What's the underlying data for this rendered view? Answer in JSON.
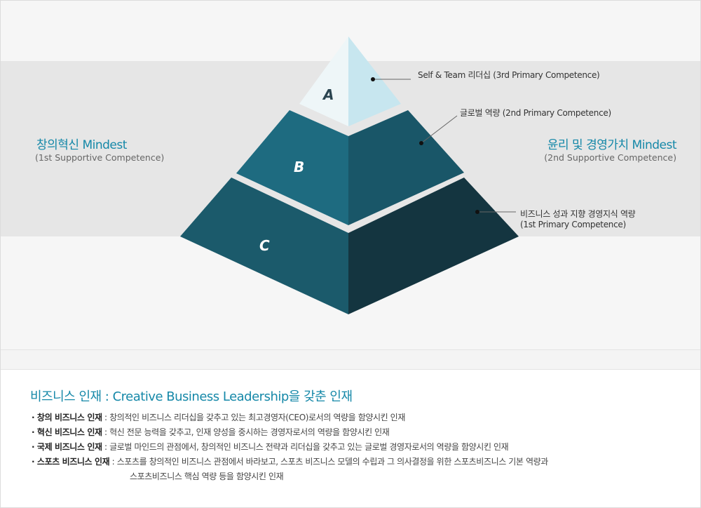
{
  "pyramid": {
    "levels": [
      {
        "letter": "A",
        "label": "Self & Team 리더십 (3rd Primary Competence)"
      },
      {
        "letter": "B",
        "label": "글로벌 역량 (2nd Primary Competence)"
      },
      {
        "letter": "C",
        "label": "비즈니스 성과 지향 경영지식 역량",
        "label2": "(1st Primary Competence)"
      }
    ],
    "left_mindset": {
      "title": "창의혁신 Mindest",
      "subtitle": "(1st Supportive Competence)"
    },
    "right_mindset": {
      "title": "윤리 및 경영가치 Mindest",
      "subtitle": "(2nd Supportive Competence)"
    },
    "colors": {
      "accent": "#1588a8",
      "a_left": "#eef6f8",
      "a_right": "#c7e6ef",
      "b_left": "#1e6b80",
      "b_right": "#195668",
      "c_left": "#1b5a6b",
      "c_right": "#143540"
    }
  },
  "description": {
    "title": "비즈니스 인재 : Creative Business Leadership을 갖춘 인재",
    "items": [
      {
        "name": "· 창의 비즈니스 인재",
        "sep": " : ",
        "text": "창의적인 비즈니스 리더십을 갖추고 있는 최고경영자(CEO)로서의 역량을 함양시킨 인재"
      },
      {
        "name": "· 혁신 비즈니스 인재",
        "sep": " : ",
        "text": "혁신 전문 능력을 갖추고, 인재 양성을 중시하는 경영자로서의 역량을 함양시킨 인재"
      },
      {
        "name": "· 국제 비즈니스 인재",
        "sep": " : ",
        "text": "글로벌 마인드의 관점에서, 창의적인 비즈니스 전략과 리더십을 갖추고 있는 글로벌 경영자로서의 역량을 함양시킨 인재"
      },
      {
        "name": "· 스포츠 비즈니스 인재",
        "sep": " : ",
        "text": "스포츠를 창의적인 비즈니스 관점에서 바라보고, 스포츠 비즈니스 모델의 수립과 그 의사결정을 위한 스포츠비즈니스 기본 역량과",
        "text2": "스포츠비즈니스 핵심 역량 등을 함양시킨 인재"
      }
    ]
  }
}
